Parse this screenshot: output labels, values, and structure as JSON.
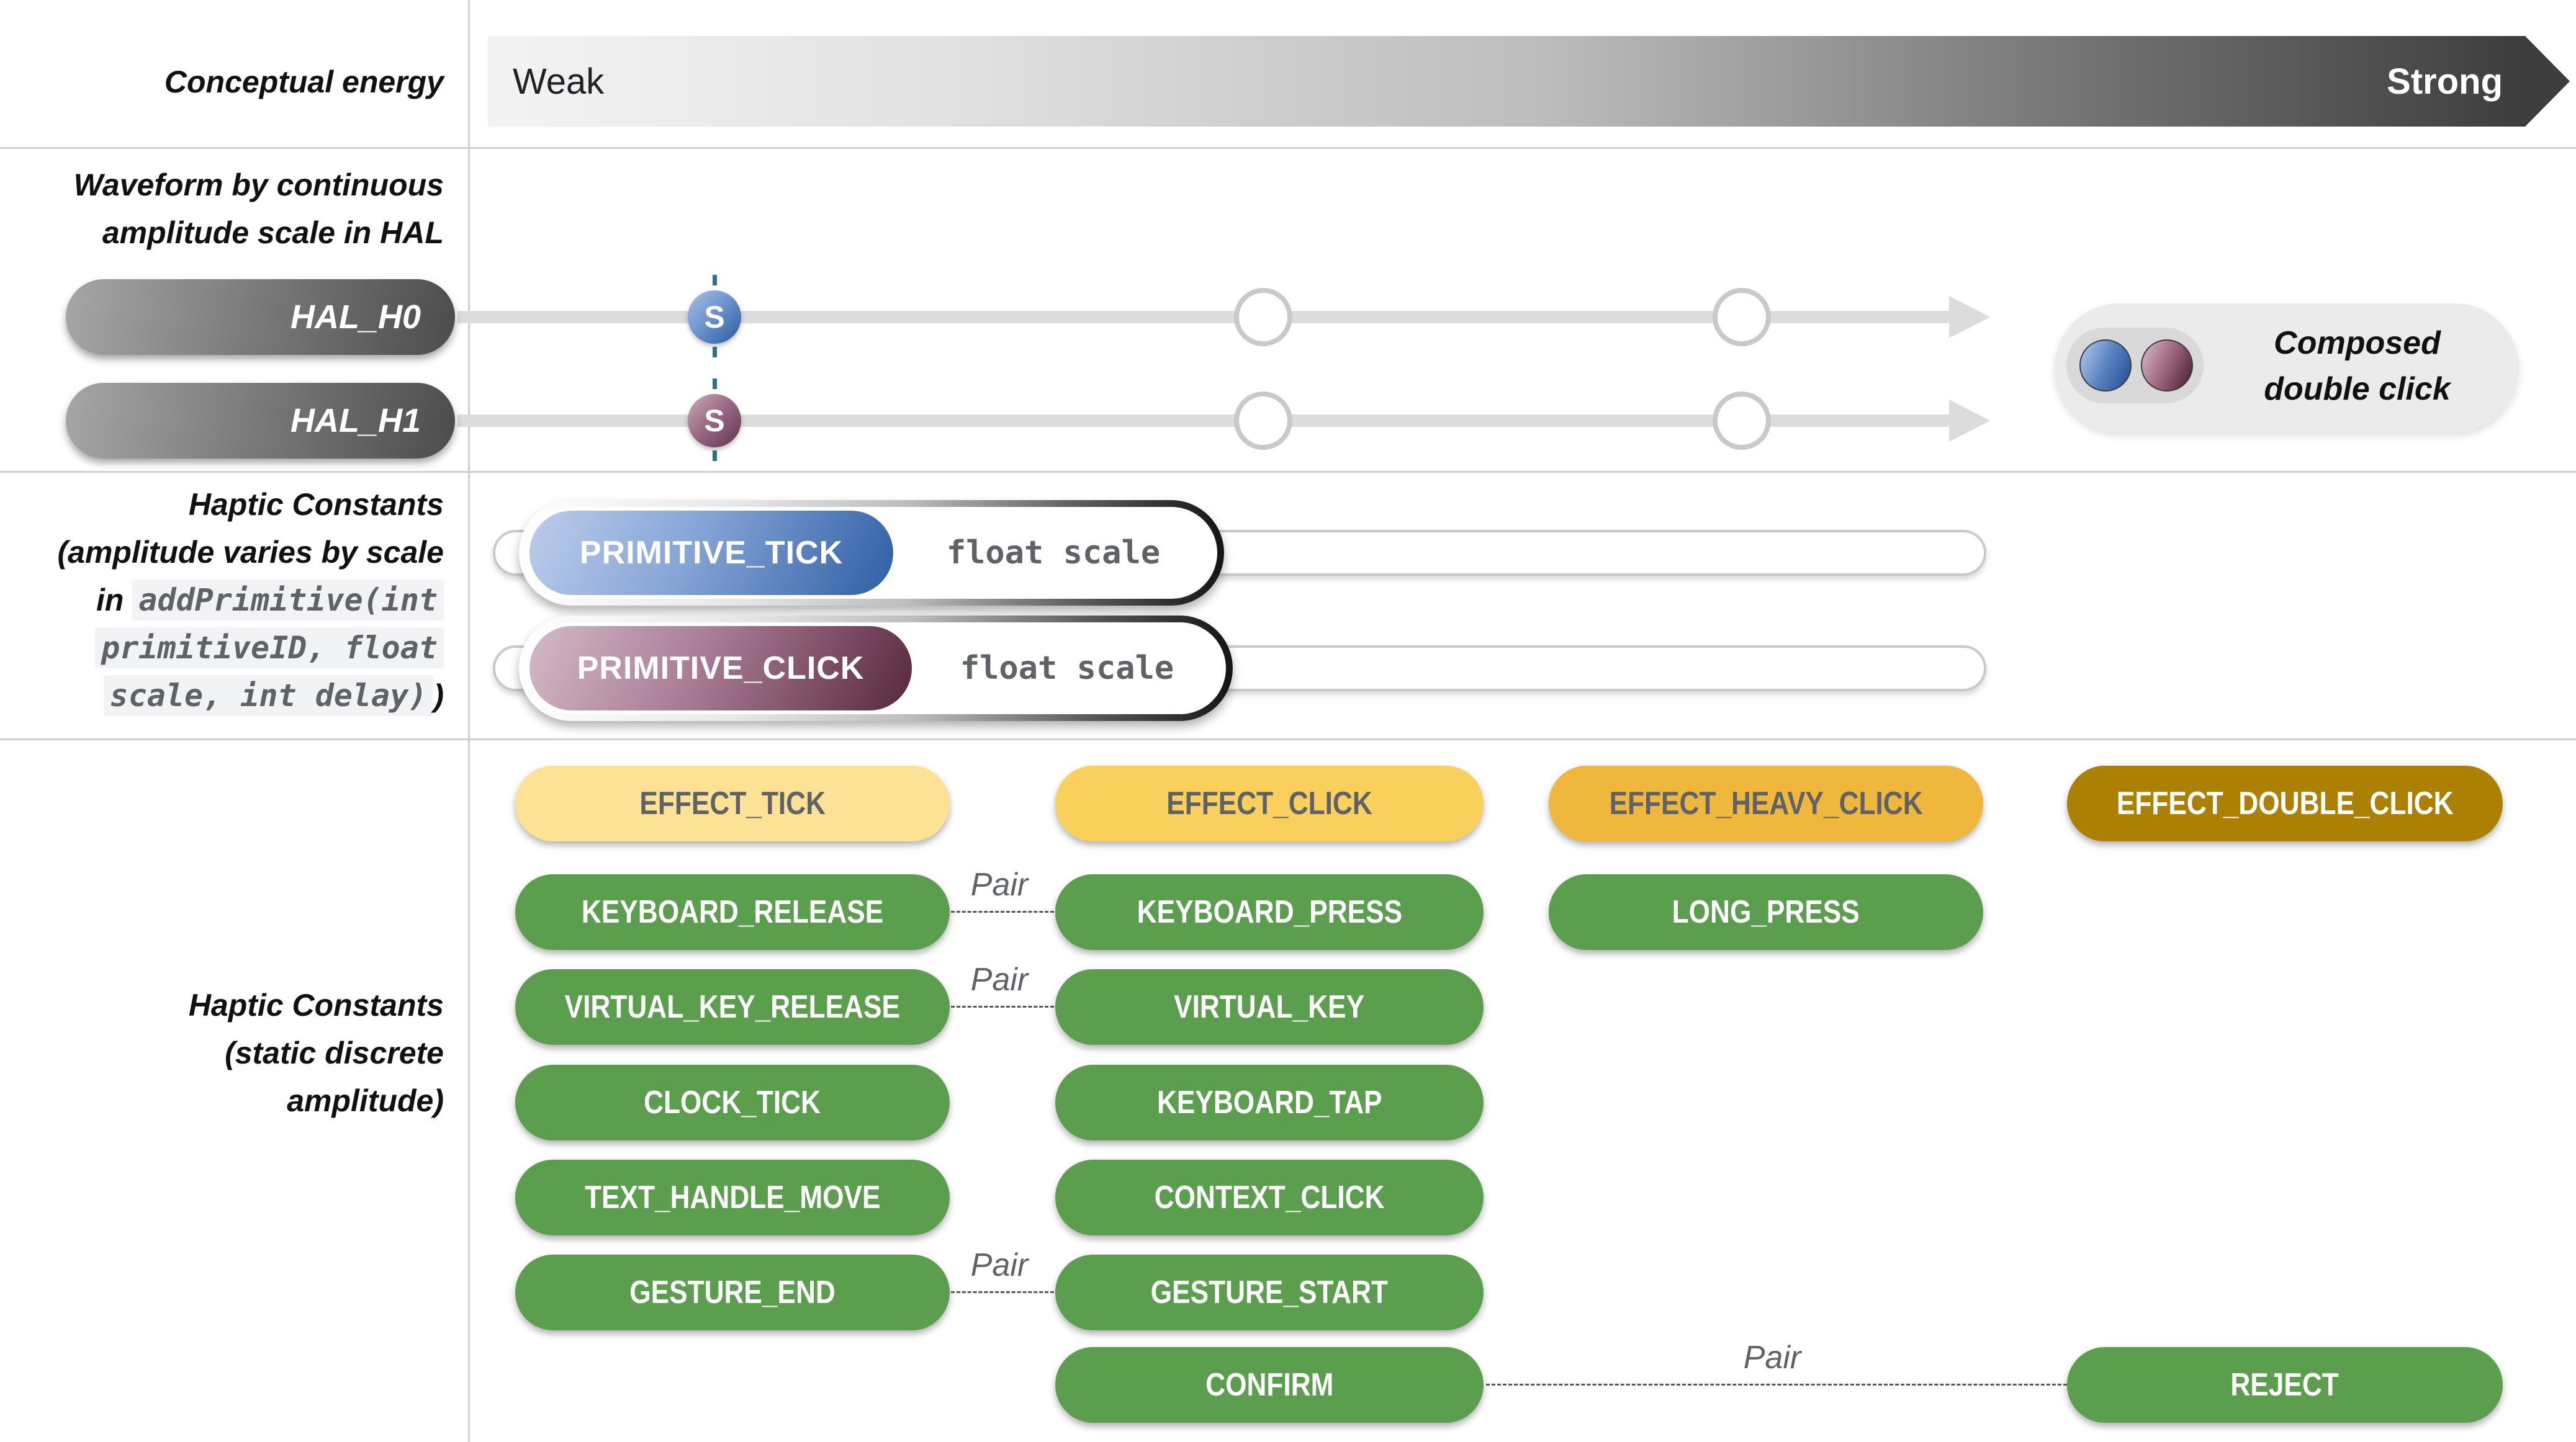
{
  "row1": {
    "label": "Conceptual energy",
    "weak": "Weak",
    "strong": "Strong"
  },
  "row2": {
    "label": [
      "Waveform by continuous",
      "amplitude scale in HAL"
    ],
    "tracks": [
      {
        "name": "HAL_H0",
        "marker": "S"
      },
      {
        "name": "HAL_H1",
        "marker": "S"
      }
    ],
    "composed": {
      "line1": "Composed",
      "line2": "double click"
    }
  },
  "row3": {
    "label_plain1": "Haptic Constants",
    "label_plain2": "(amplitude varies by scale",
    "label_in": "in ",
    "code_line1": "addPrimitive(int",
    "code_line2": "primitiveID, float",
    "code_line3": "scale, int delay)",
    "label_close": ")",
    "tracks": [
      {
        "name": "PRIMITIVE_TICK",
        "param": "float scale"
      },
      {
        "name": "PRIMITIVE_CLICK",
        "param": "float scale"
      }
    ]
  },
  "row4": {
    "label": [
      "Haptic Constants",
      "(static discrete",
      "amplitude)"
    ],
    "pair_label": "Pair",
    "buttons": [
      {
        "label": "EFFECT_TICK"
      },
      {
        "label": "EFFECT_CLICK"
      },
      {
        "label": "EFFECT_HEAVY_CLICK"
      },
      {
        "label": "EFFECT_DOUBLE_CLICK"
      },
      {
        "label": "KEYBOARD_RELEASE"
      },
      {
        "label": "KEYBOARD_PRESS"
      },
      {
        "label": "LONG_PRESS"
      },
      {
        "label": "VIRTUAL_KEY_RELEASE"
      },
      {
        "label": "VIRTUAL_KEY"
      },
      {
        "label": "CLOCK_TICK"
      },
      {
        "label": "KEYBOARD_TAP"
      },
      {
        "label": "TEXT_HANDLE_MOVE"
      },
      {
        "label": "CONTEXT_CLICK"
      },
      {
        "label": "GESTURE_END"
      },
      {
        "label": "GESTURE_START"
      },
      {
        "label": "CONFIRM"
      },
      {
        "label": "REJECT"
      }
    ]
  },
  "palette": {
    "green": "#5A9E4E",
    "yellow_light": "#FBE294",
    "yellow": "#FAD05C",
    "amber": "#EFB83D",
    "gold": "#AB8003",
    "blue_dark": "#2F5FA4",
    "plum_dark": "#57293F",
    "teal_dash": "#2B7488",
    "track_gray": "#DCDCDC",
    "divider": "#CFCFCF"
  }
}
